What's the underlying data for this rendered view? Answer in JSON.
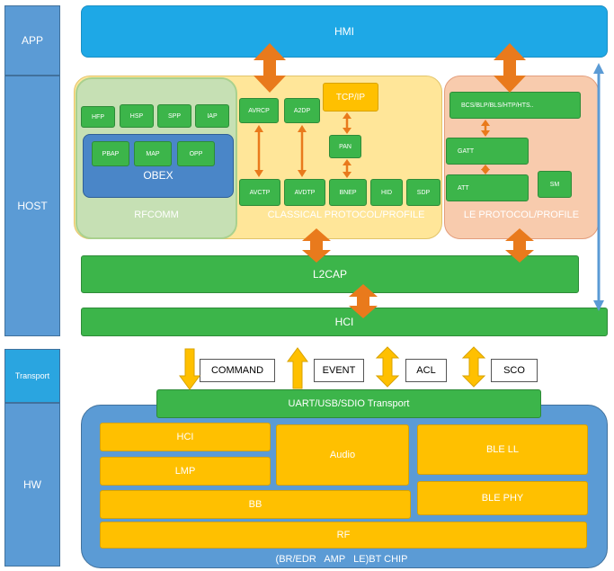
{
  "layers": {
    "app": "APP",
    "host": "HOST",
    "transport": "Transport",
    "hw": "HW"
  },
  "hmi": "HMI",
  "rfcomm": {
    "label": "RFCOMM",
    "profiles": [
      "HFP",
      "HSP",
      "SPP",
      "IAP"
    ],
    "obex": {
      "label": "OBEX",
      "profiles": [
        "PBAP",
        "MAP",
        "OPP"
      ]
    }
  },
  "classic": {
    "label": "CLASSICAL PROTOCOL/PROFILE",
    "avrcp": "AVRCP",
    "a2dp": "A2DP",
    "tcpip": "TCP/IP",
    "pan": "PAN",
    "avctp": "AVCTP",
    "avdtp": "AVDTP",
    "bnep": "BNEP",
    "hid": "HID",
    "sdp": "SDP"
  },
  "le": {
    "label": "LE PROTOCOL/PROFILE",
    "profiles": "BCS/BLP/BLS/HTP/HTS..",
    "gatt": "GATT",
    "att": "ATT",
    "sm": "SM"
  },
  "l2cap": "L2CAP",
  "hci_host": "HCI",
  "transport": {
    "command": "COMMAND",
    "event": "EVENT",
    "acl": "ACL",
    "sco": "SCO",
    "bus": "UART/USB/SDIO Transport"
  },
  "chip": {
    "hci": "HCI",
    "lmp": "LMP",
    "audio": "Audio",
    "ble_ll": "BLE LL",
    "bb": "BB",
    "ble_phy": "BLE PHY",
    "rf": "RF",
    "label": "(BR/EDR   AMP   LE)BT CHIP"
  },
  "colors": {
    "blue": "#5b9bd5",
    "green": "#3cb54a",
    "orange": "#e97a1c",
    "gold": "#ffc000"
  }
}
